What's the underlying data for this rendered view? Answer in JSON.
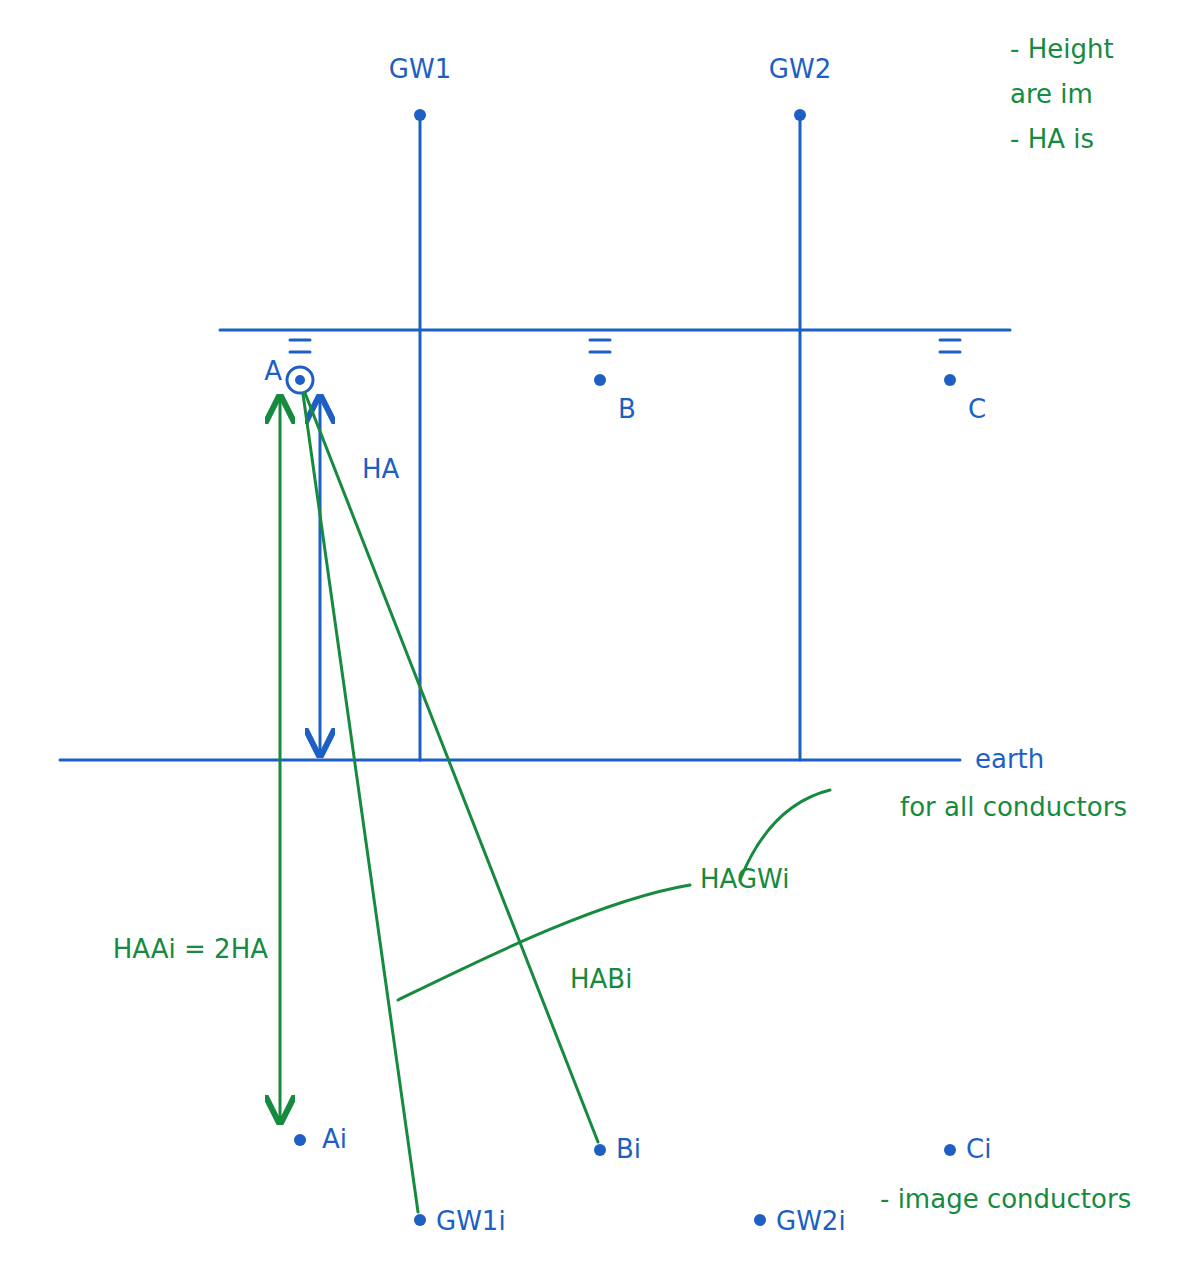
{
  "diagram": {
    "labels": [
      "GW1",
      "GW2",
      "- Height",
      "are im",
      "- HA is",
      "A",
      "B",
      "C",
      "HA",
      "earth",
      "for all conductors",
      "HAAi = 2HA",
      "HABi",
      "HAGWi",
      "Ai",
      "GW1i",
      "Bi",
      "Ci",
      "- image conductors",
      "GW2i"
    ]
  }
}
